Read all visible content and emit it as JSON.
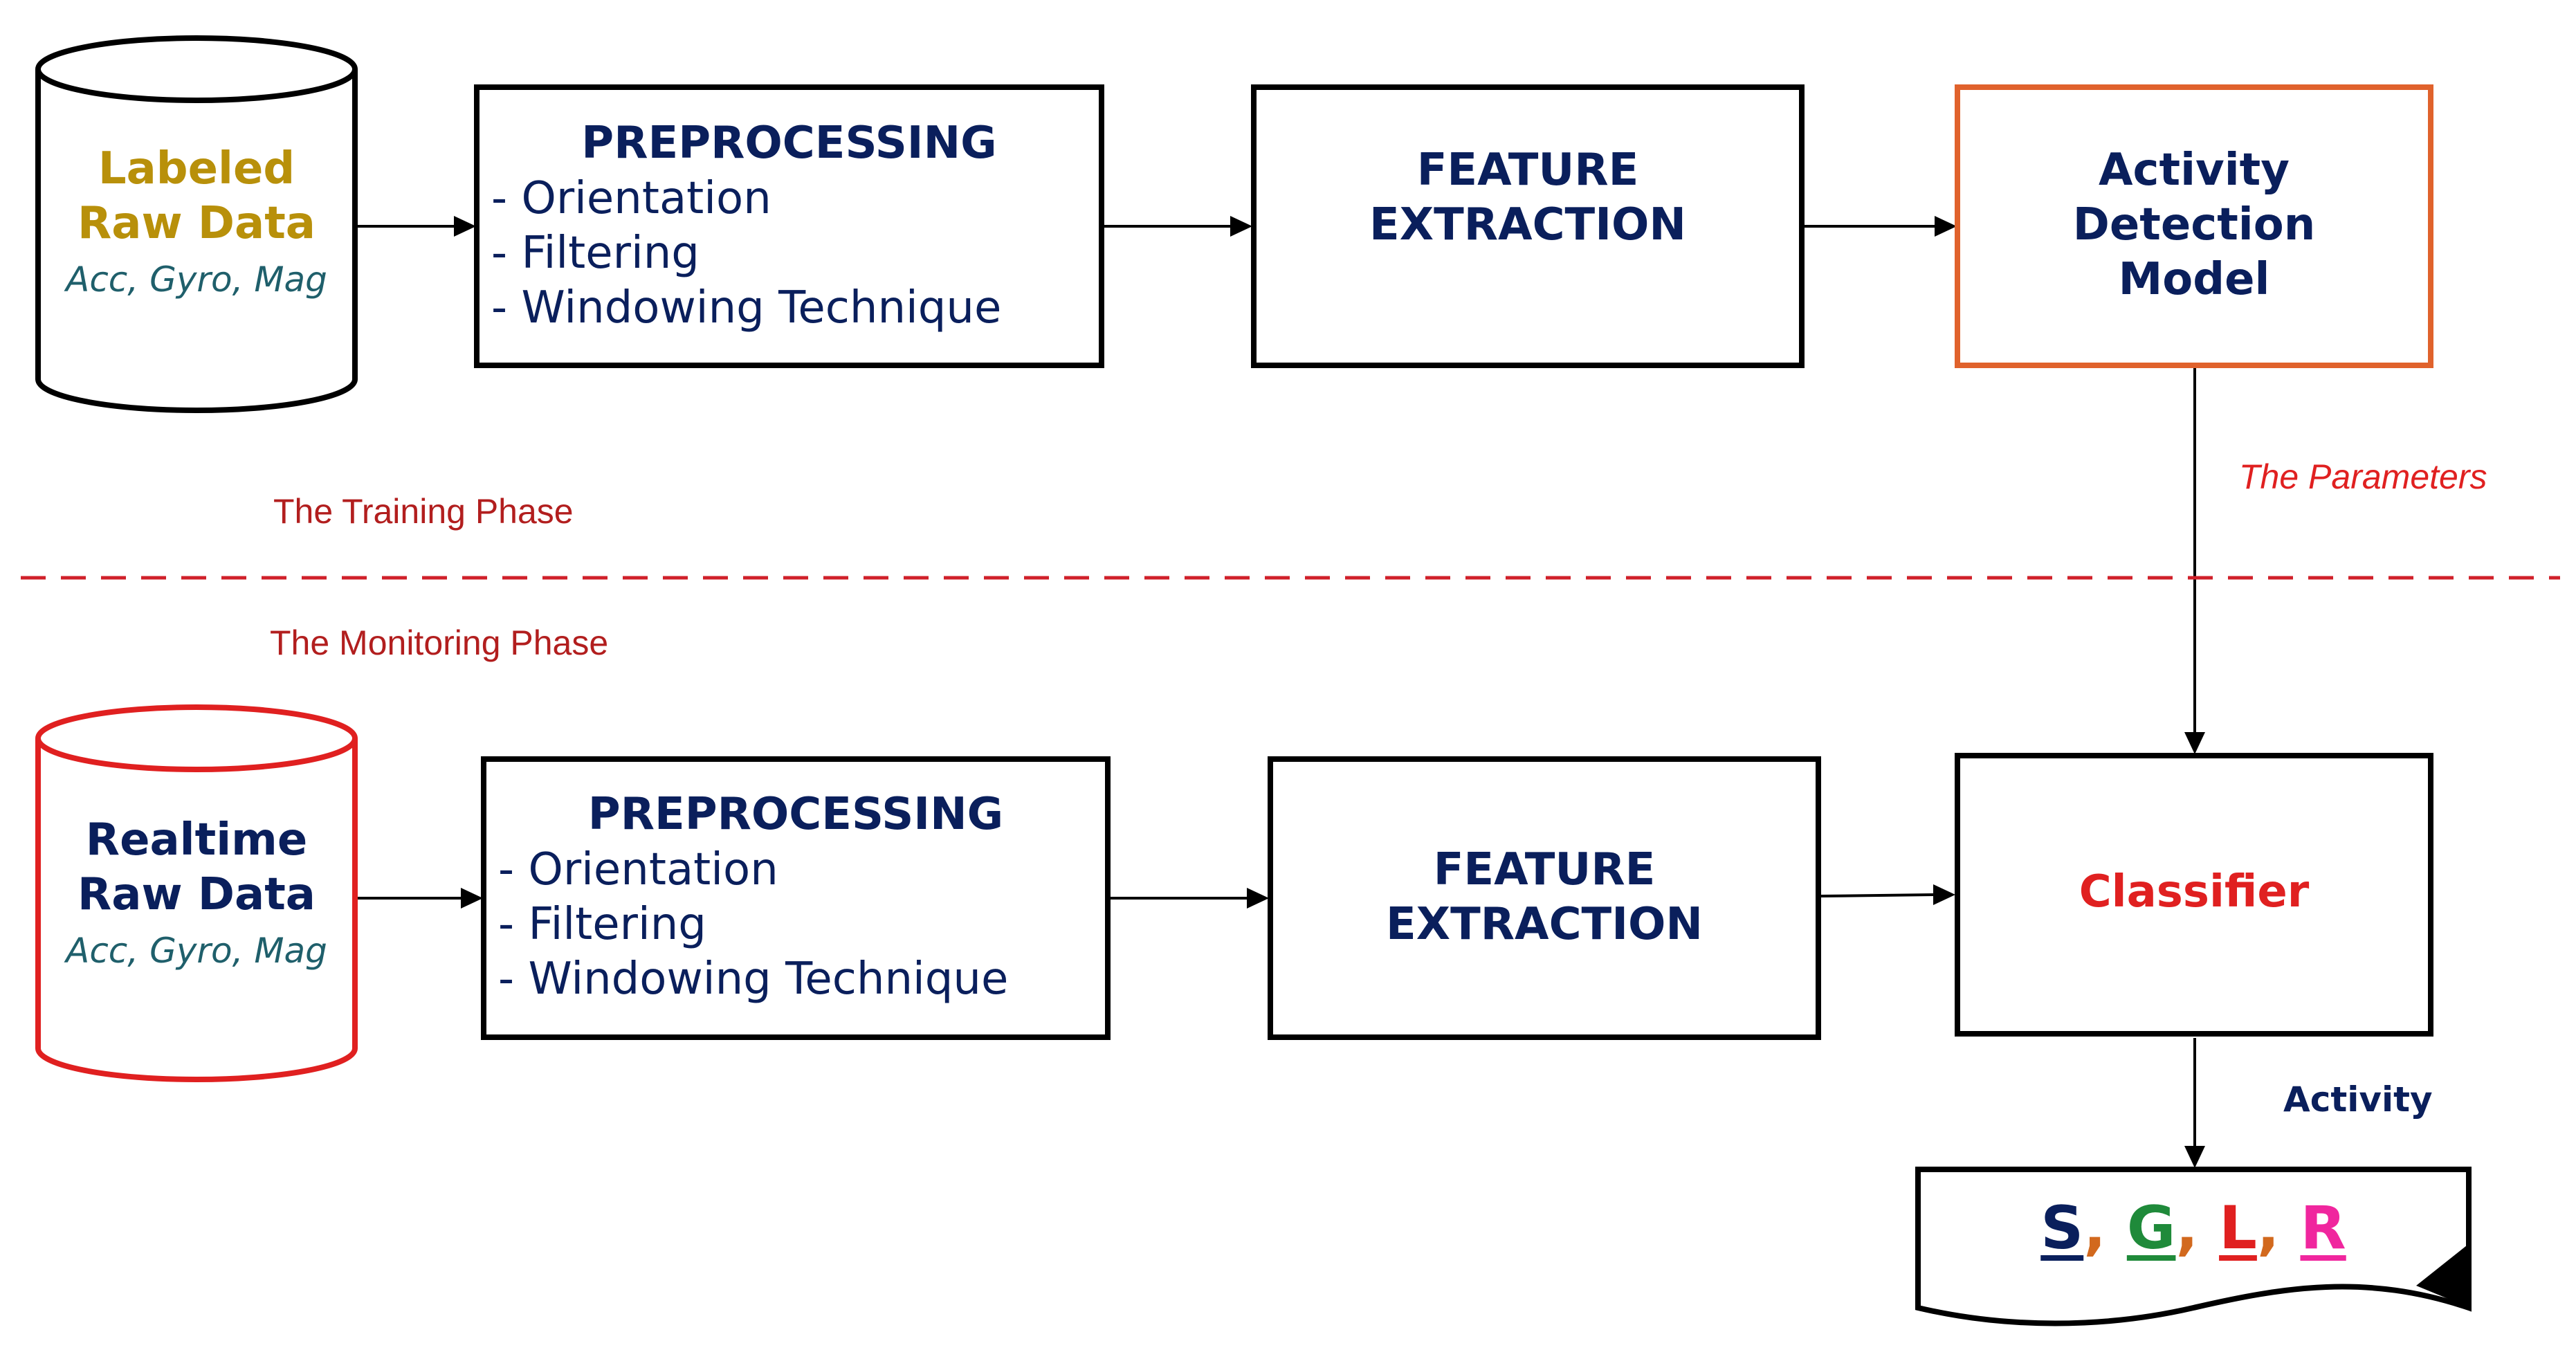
{
  "training": {
    "source": {
      "line1": "Labeled",
      "line2": "Raw Data",
      "sensors": "Acc, Gyro, Mag"
    },
    "preprocessing": {
      "title": "PREPROCESSING",
      "items": [
        "- Orientation",
        "- Filtering",
        "- Windowing Technique"
      ]
    },
    "feature": {
      "line1": "FEATURE",
      "line2": "EXTRACTION"
    },
    "model": {
      "line1": "Activity",
      "line2": "Detection",
      "line3": "Model"
    },
    "phase_label": "The Training Phase"
  },
  "monitoring": {
    "source": {
      "line1": "Realtime",
      "line2": "Raw Data",
      "sensors": "Acc, Gyro, Mag"
    },
    "preprocessing": {
      "title": "PREPROCESSING",
      "items": [
        "- Orientation",
        "- Filtering",
        "- Windowing Technique"
      ]
    },
    "feature": {
      "line1": "FEATURE",
      "line2": "EXTRACTION"
    },
    "classifier": "Classifier",
    "phase_label": "The Monitoring Phase"
  },
  "parameters_label": "The Parameters",
  "activity_label": "Activity",
  "output": {
    "s": "S",
    "g": "G",
    "l": "L",
    "r": "R",
    "sep": ", "
  },
  "colors": {
    "navy": "#0a1f5c",
    "gold": "#b8900a",
    "teal": "#1f5f6b",
    "dark_red": "#b21e1e",
    "red": "#e02020",
    "orange": "#e0622c",
    "green": "#1f8a3a",
    "magenta": "#f0269e",
    "comma": "#d2691e"
  }
}
